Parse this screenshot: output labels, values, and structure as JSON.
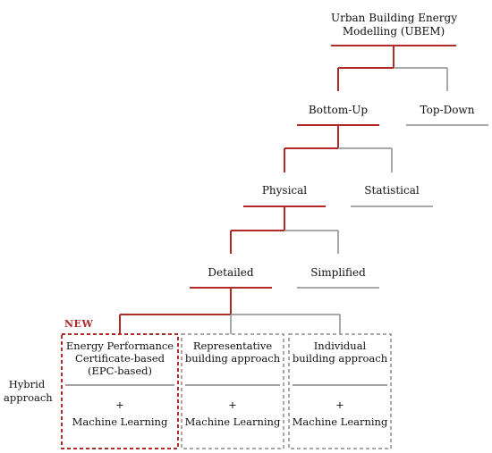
{
  "tree": {
    "root": {
      "line1": "Urban Building Energy",
      "line2": "Modelling (UBEM)"
    },
    "level1": {
      "left": "Bottom-Up",
      "right": "Top-Down"
    },
    "level2": {
      "left": "Physical",
      "right": "Statistical"
    },
    "level3": {
      "left": "Detailed",
      "right": "Simplified"
    }
  },
  "hybrid_label": {
    "line1": "Hybrid",
    "line2": "approach"
  },
  "new_tag": "NEW",
  "boxes": [
    {
      "title_lines": [
        "Energy Performance",
        "Certificate-based",
        "(EPC-based)"
      ],
      "plus": "+",
      "ml": "Machine Learning",
      "highlight": true
    },
    {
      "title_lines": [
        "Representative",
        "building approach"
      ],
      "plus": "+",
      "ml": "Machine Learning",
      "highlight": false
    },
    {
      "title_lines": [
        "Individual",
        "building approach"
      ],
      "plus": "+",
      "ml": "Machine Learning",
      "highlight": false
    }
  ],
  "colors": {
    "accent": "#b02a2a",
    "neutral": "#8c8c8c",
    "text": "#111111"
  }
}
